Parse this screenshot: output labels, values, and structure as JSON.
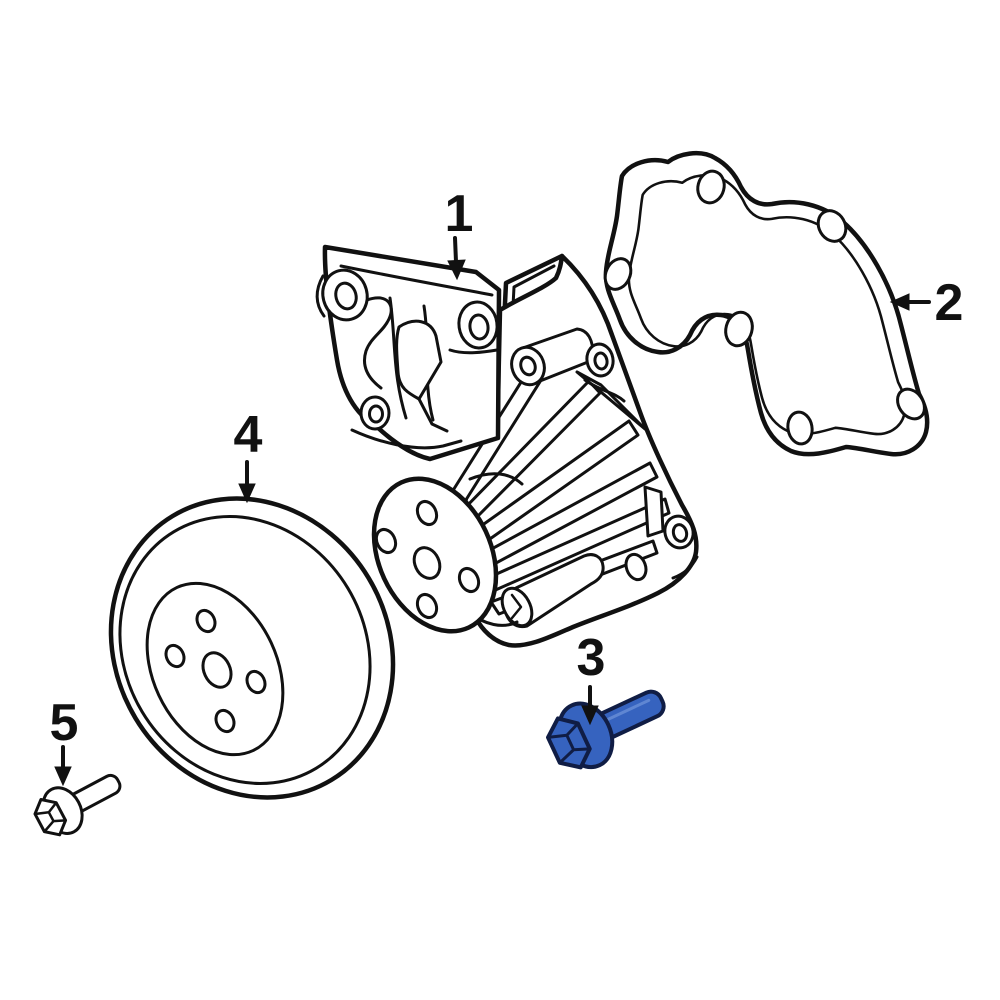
{
  "diagram": {
    "type": "oem-parts-diagram",
    "subject": "engine water pump assembly exploded view",
    "background": "#ffffff",
    "colors": {
      "line": "#111111",
      "highlight_fill": "#3663bf",
      "highlight_stroke": "#101d45",
      "label": "#111111"
    },
    "callouts": [
      {
        "label": "1",
        "part": "water-pump-assembly",
        "arrow": "down",
        "highlighted": false
      },
      {
        "label": "2",
        "part": "water-pump-gasket",
        "arrow": "left",
        "highlighted": false
      },
      {
        "label": "3",
        "part": "water-pump-bolt",
        "arrow": "down",
        "highlighted": true
      },
      {
        "label": "4",
        "part": "water-pump-pulley",
        "arrow": "down",
        "highlighted": false
      },
      {
        "label": "5",
        "part": "pulley-bolt",
        "arrow": "down",
        "highlighted": false
      }
    ]
  }
}
